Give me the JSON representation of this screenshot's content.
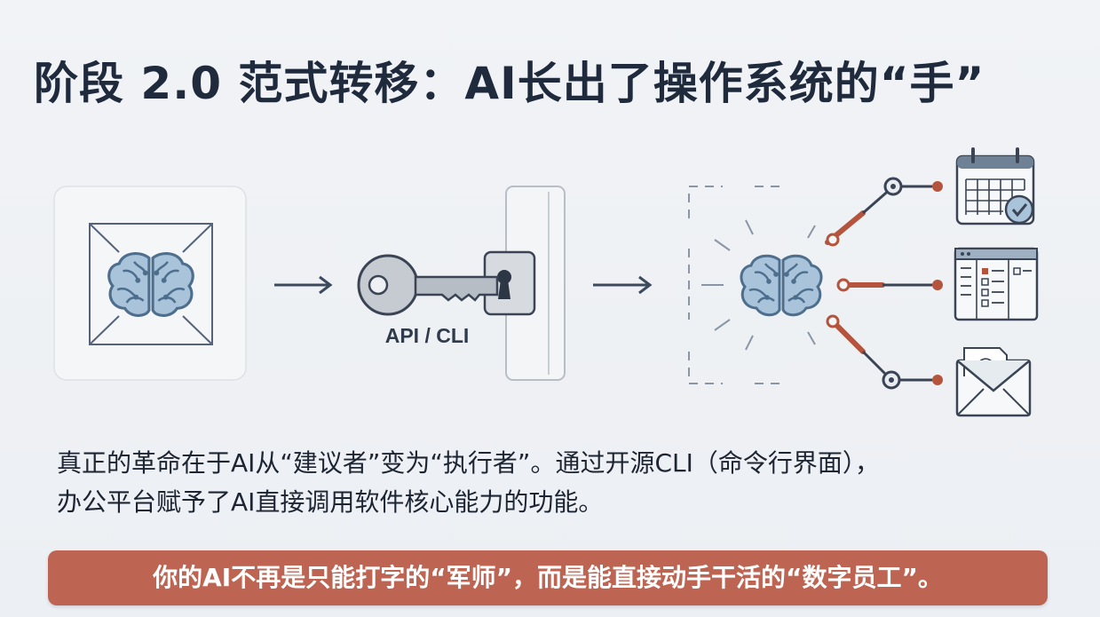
{
  "title": "阶段 2.0 范式转移：AI长出了操作系统的“手”",
  "diagram": {
    "key_label": "API / CLI",
    "icons": [
      "brain-icon",
      "key-icon",
      "keyhole-icon",
      "door-icon",
      "calendar-icon",
      "task-board-icon",
      "email-icon"
    ],
    "email_symbol": "@"
  },
  "caption": {
    "line1": "真正的革命在于AI从“建议者”变为“执行者”。通过开源CLI（命令行界面），",
    "line2": "办公平台赋予了AI直接调用软件核心能力的功能。"
  },
  "banner": {
    "text": "你的AI不再是只能打字的“军师”，而是能直接动手干活的“数字员工”。"
  },
  "colors": {
    "title": "#1f2b3d",
    "brain_fill": "#a9c3da",
    "brain_stroke": "#4d6f8d",
    "connector_accent": "#b5543d",
    "banner_bg": "#bd6552",
    "banner_text": "#ffffff"
  }
}
